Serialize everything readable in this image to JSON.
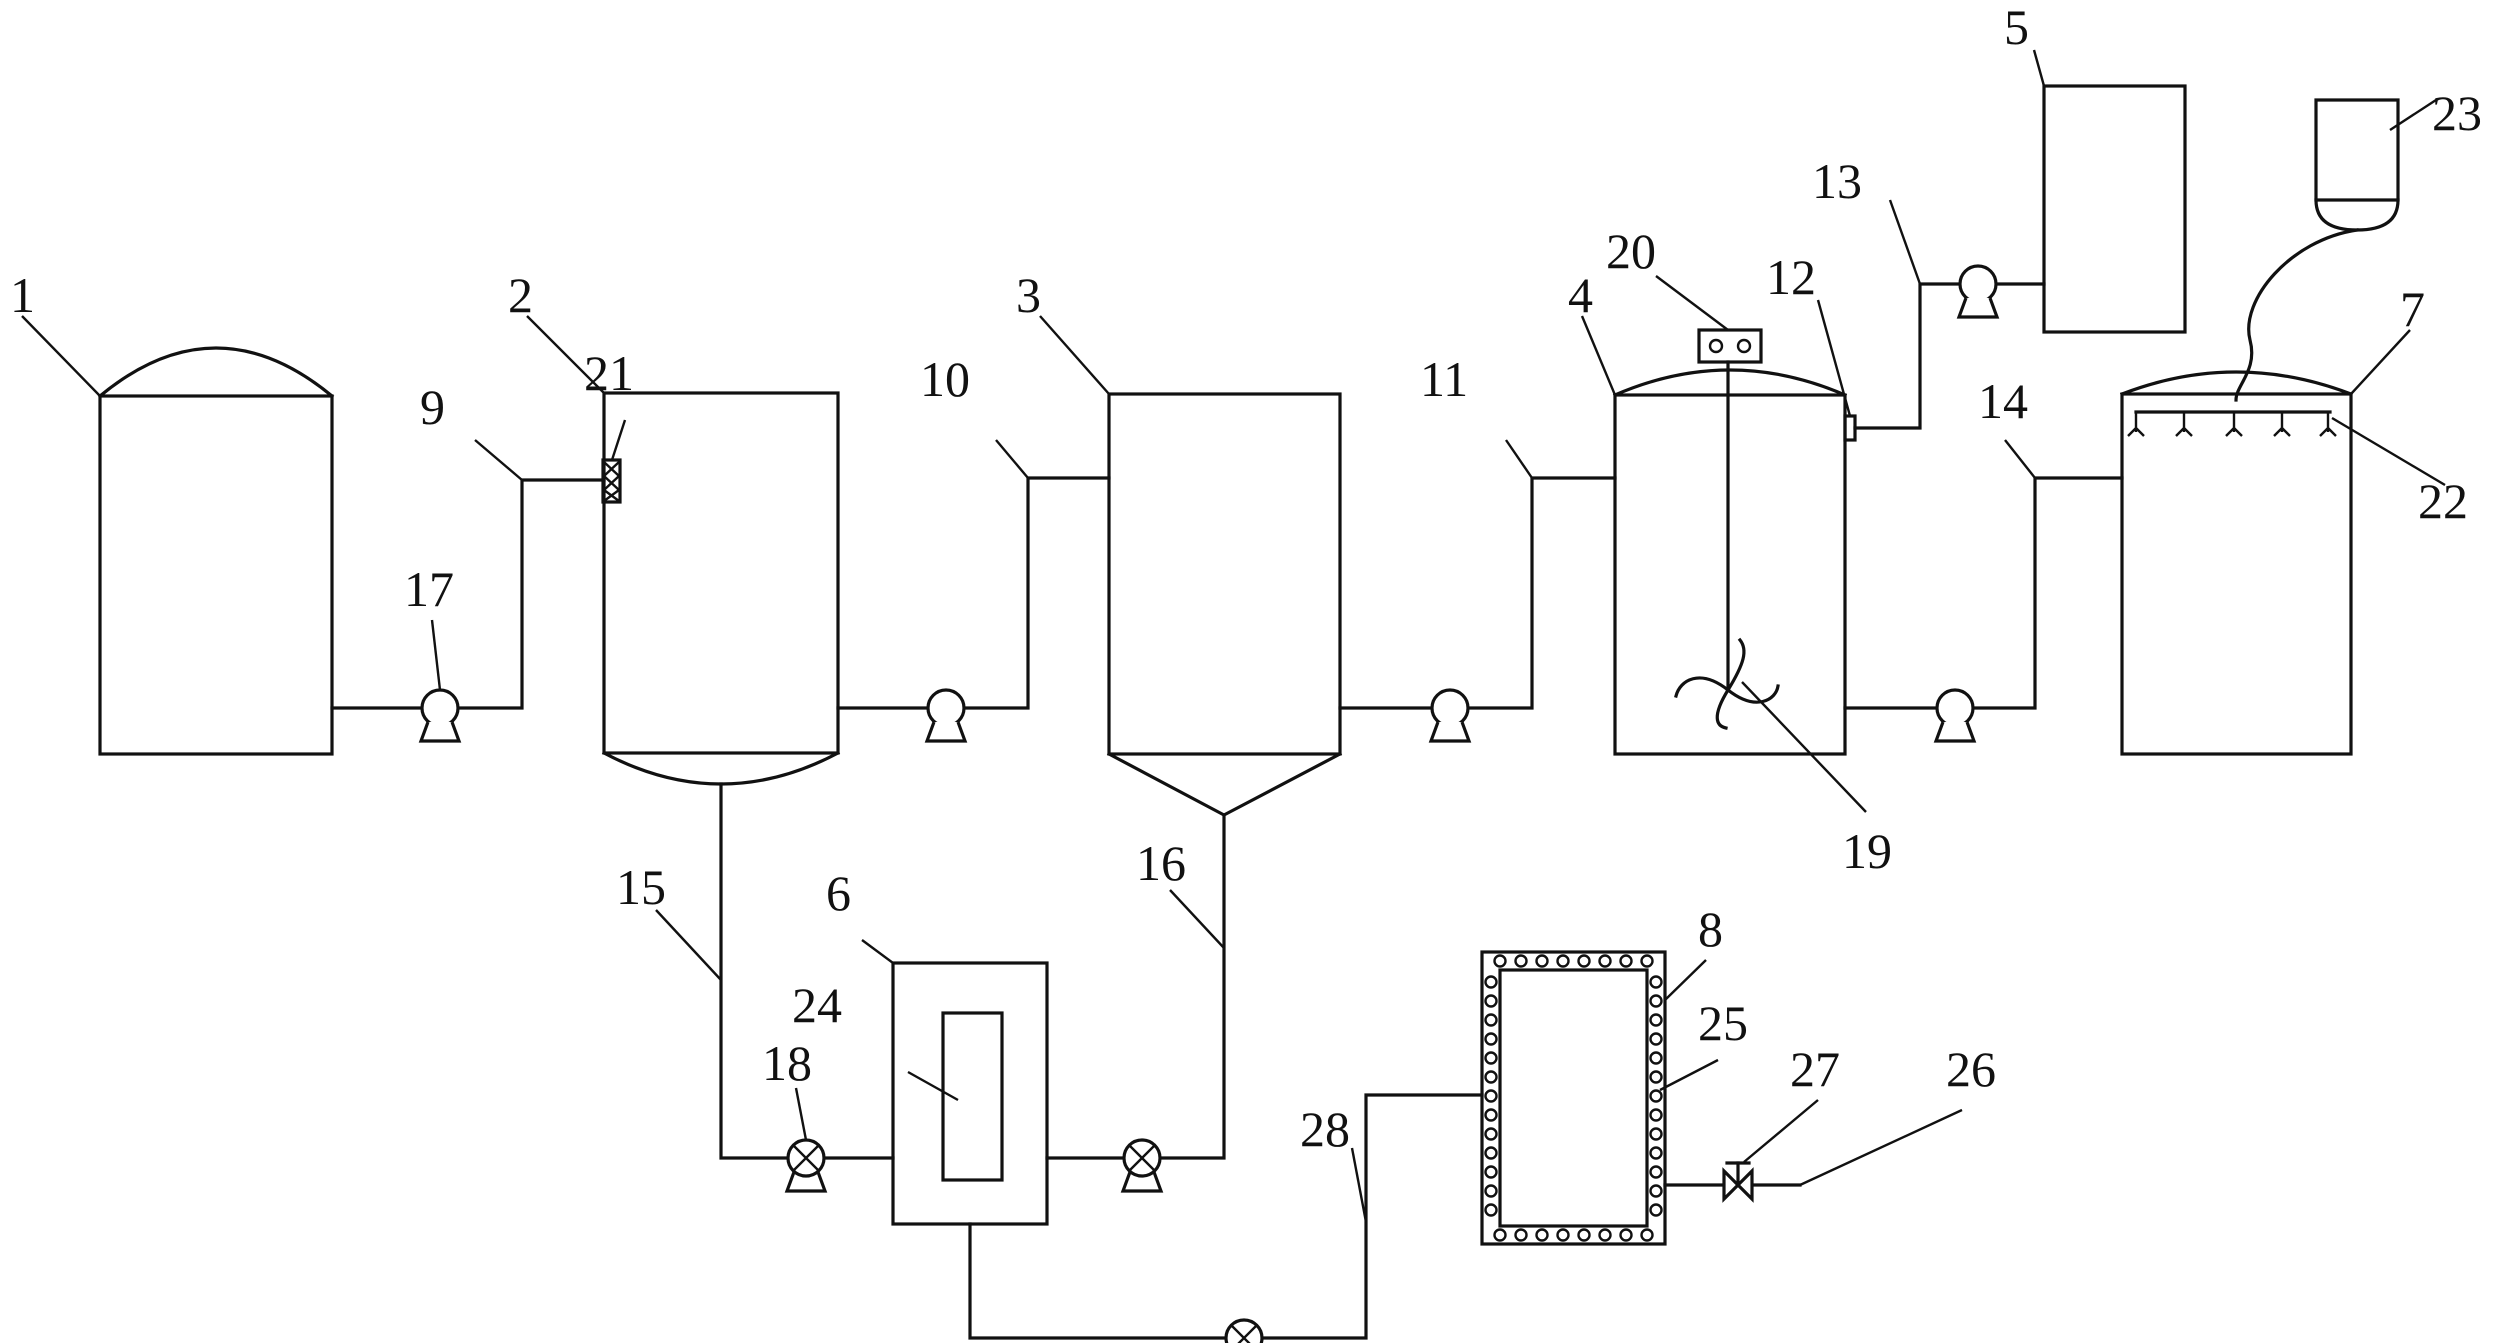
{
  "colors": {
    "line": "#111111",
    "background": "#ffffff"
  },
  "labels": {
    "l1": "1",
    "l2": "2",
    "l3": "3",
    "l4": "4",
    "l5": "5",
    "l6": "6",
    "l7": "7",
    "l8": "8",
    "l9": "9",
    "l10": "10",
    "l11": "11",
    "l12": "12",
    "l13": "13",
    "l14": "14",
    "l15": "15",
    "l16": "16",
    "l17": "17",
    "l18": "18",
    "l19": "19",
    "l20": "20",
    "l21": "21",
    "l22": "22",
    "l23": "23",
    "l24": "24",
    "l25": "25",
    "l26": "26",
    "l27": "27",
    "l28": "28"
  },
  "icons": {
    "pump": "pump-icon",
    "pump_x": "pump-crossed-icon",
    "valve": "valve-icon",
    "agitator": "agitator-icon",
    "motor": "motor-icon",
    "filter": "filter-icon",
    "sensor": "sensor-icon",
    "spray": "spray-nozzle-icon"
  }
}
